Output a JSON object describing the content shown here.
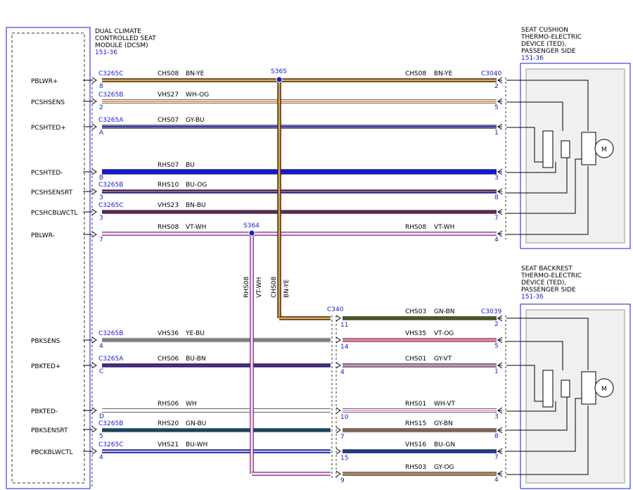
{
  "colors": {
    "BN": "#8b3a0f",
    "YE": "#e8e070",
    "WH": "#ffffff",
    "OG": "#e07a1a",
    "GY": "#8a8a8a",
    "BU": "#1515d8",
    "VT": "#ee82ee",
    "GN": "#1d6b2a",
    "frame": "#1a1acc",
    "ref": "#1a1acc"
  },
  "dcsm": {
    "title_lines": [
      "DUAL CLIMATE",
      "CONTROLLED SEAT",
      "MODULE (DCSM)"
    ],
    "ref": "151-36",
    "pins": [
      "PBLWR+",
      "PCSHSENS",
      "PCSHTED+",
      "PCSHTED-",
      "PCSHSENSRT",
      "PCSHCBLWCTL",
      "PBLWR-",
      "PBKSENS",
      "PBKTED+",
      "PBKTED-",
      "PBKSENSRT",
      "PBCKBLWCTL"
    ]
  },
  "cushion_device": {
    "title_lines": [
      "SEAT CUSHION",
      "THERMO-ELECTRIC",
      "DEVICE (TED),",
      "PASSENGER SIDE"
    ],
    "ref": "151-36",
    "connector": "C3040",
    "motor": "M"
  },
  "backrest_device": {
    "title_lines": [
      "SEAT BACKREST",
      "THERMO-ELECTRIC",
      "DEVICE (TED),",
      "PASSENGER SIDE"
    ],
    "ref": "151-36",
    "connector": "C3039",
    "motor": "M"
  },
  "inline_connector": "C340",
  "splices": {
    "s365": "S365",
    "s364": "S364"
  },
  "cushion_wires": [
    {
      "conn": "C3265C",
      "pin": "8",
      "circuit": "CHS08",
      "color": "BN-YE",
      "right_circuit": "CHS08",
      "right_color": "BN-YE",
      "right_pin": "2",
      "c1": "BN",
      "c2": "YE"
    },
    {
      "conn": "C3265B",
      "pin": "2",
      "circuit": "VHS27",
      "color": "WH-OG",
      "right_circuit": "",
      "right_color": "",
      "right_pin": "5",
      "c1": "WH",
      "c2": "OG"
    },
    {
      "conn": "C3265A",
      "pin": "A",
      "circuit": "CHS07",
      "color": "GY-BU",
      "right_circuit": "",
      "right_color": "",
      "right_pin": "1",
      "c1": "GY",
      "c2": "BU"
    },
    {
      "conn": "",
      "pin": "B",
      "circuit": "RHS07",
      "color": "BU",
      "right_circuit": "",
      "right_color": "",
      "right_pin": "3",
      "c1": "BU",
      "c2": "BU"
    },
    {
      "conn": "C3265B",
      "pin": "3",
      "circuit": "RHS10",
      "color": "BU-OG",
      "right_circuit": "",
      "right_color": "",
      "right_pin": "8",
      "c1": "BU",
      "c2": "OG"
    },
    {
      "conn": "C3265C",
      "pin": "3",
      "circuit": "VHS23",
      "color": "BN-BU",
      "right_circuit": "",
      "right_color": "",
      "right_pin": "7",
      "c1": "BN",
      "c2": "BU"
    },
    {
      "conn": "",
      "pin": "7",
      "circuit": "RHS08",
      "color": "VT-WH",
      "right_circuit": "RHS08",
      "right_color": "VT-WH",
      "right_pin": "4",
      "c1": "VT",
      "c2": "WH"
    }
  ],
  "backrest_wires": [
    {
      "conn": "",
      "pin": "",
      "circuit": "",
      "color": "",
      "c340_pin": "11",
      "right_circuit": "CHS03",
      "right_color": "GN-BN",
      "right_pin": "2",
      "c1": "BN",
      "c2": "YE",
      "r1": "GN",
      "r2": "BN"
    },
    {
      "conn": "C3265B",
      "pin": "4",
      "circuit": "VHS36",
      "color": "YE-BU",
      "c340_pin": "14",
      "right_circuit": "VHS35",
      "right_color": "VT-OG",
      "right_pin": "5",
      "c1": "YE",
      "c2": "BU",
      "r1": "VT",
      "r2": "OG"
    },
    {
      "conn": "C3265A",
      "pin": "C",
      "circuit": "CHS06",
      "color": "BU-BN",
      "c340_pin": "4",
      "right_circuit": "CHS01",
      "right_color": "GY-VT",
      "right_pin": "1",
      "c1": "BU",
      "c2": "BN",
      "r1": "GY",
      "r2": "VT"
    },
    {
      "conn": "",
      "pin": "D",
      "circuit": "RHS06",
      "color": "WH",
      "c340_pin": "10",
      "right_circuit": "RHS01",
      "right_color": "WH-VT",
      "right_pin": "3",
      "c1": "WH",
      "c2": "WH",
      "r1": "WH",
      "r2": "VT"
    },
    {
      "conn": "C3265B",
      "pin": "5",
      "circuit": "RHS20",
      "color": "GN-BU",
      "c340_pin": "7",
      "right_circuit": "RHS15",
      "right_color": "GY-BN",
      "right_pin": "8",
      "c1": "GN",
      "c2": "BU",
      "r1": "GY",
      "r2": "BN"
    },
    {
      "conn": "C3265C",
      "pin": "4",
      "circuit": "VHS21",
      "color": "BU-WH",
      "c340_pin": "15",
      "right_circuit": "VHS16",
      "right_color": "BU-GN",
      "right_pin": "7",
      "c1": "BU",
      "c2": "WH",
      "r1": "BU",
      "r2": "GN"
    },
    {
      "conn": "",
      "pin": "",
      "circuit": "",
      "color": "",
      "c340_pin": "9",
      "right_circuit": "RHS03",
      "right_color": "GY-OG",
      "right_pin": "4",
      "c1": "VT",
      "c2": "WH",
      "r1": "GY",
      "r2": "OG"
    }
  ],
  "vertical_labels": {
    "rhs08": "RHS08",
    "vtwh": "VT-WH",
    "chs08": "CHS08",
    "bnye": "BN-YE"
  }
}
